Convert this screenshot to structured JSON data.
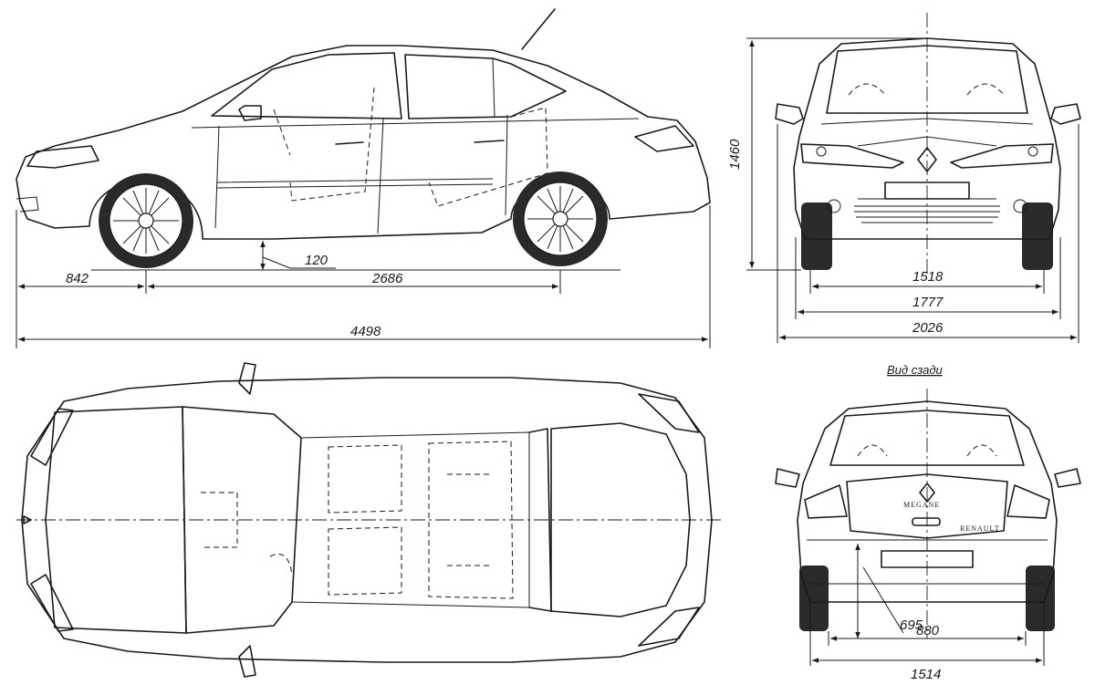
{
  "views": {
    "side": {
      "dims": {
        "front_overhang": "842",
        "wheelbase": "2686",
        "ground_clearance": "120",
        "overall_length": "4498"
      }
    },
    "front": {
      "dims": {
        "height": "1460",
        "track": "1518",
        "width": "1777",
        "width_mirrors": "2026"
      }
    },
    "rear": {
      "caption": "Вид сзади",
      "badges": {
        "model": "MEGANE",
        "brand": "RENAULT"
      },
      "dims": {
        "rear_a": "695",
        "rear_b": "880",
        "rear_track": "1514"
      }
    },
    "top": {}
  },
  "colors": {
    "ink": "#1a1a1a",
    "paper": "#ffffff"
  }
}
